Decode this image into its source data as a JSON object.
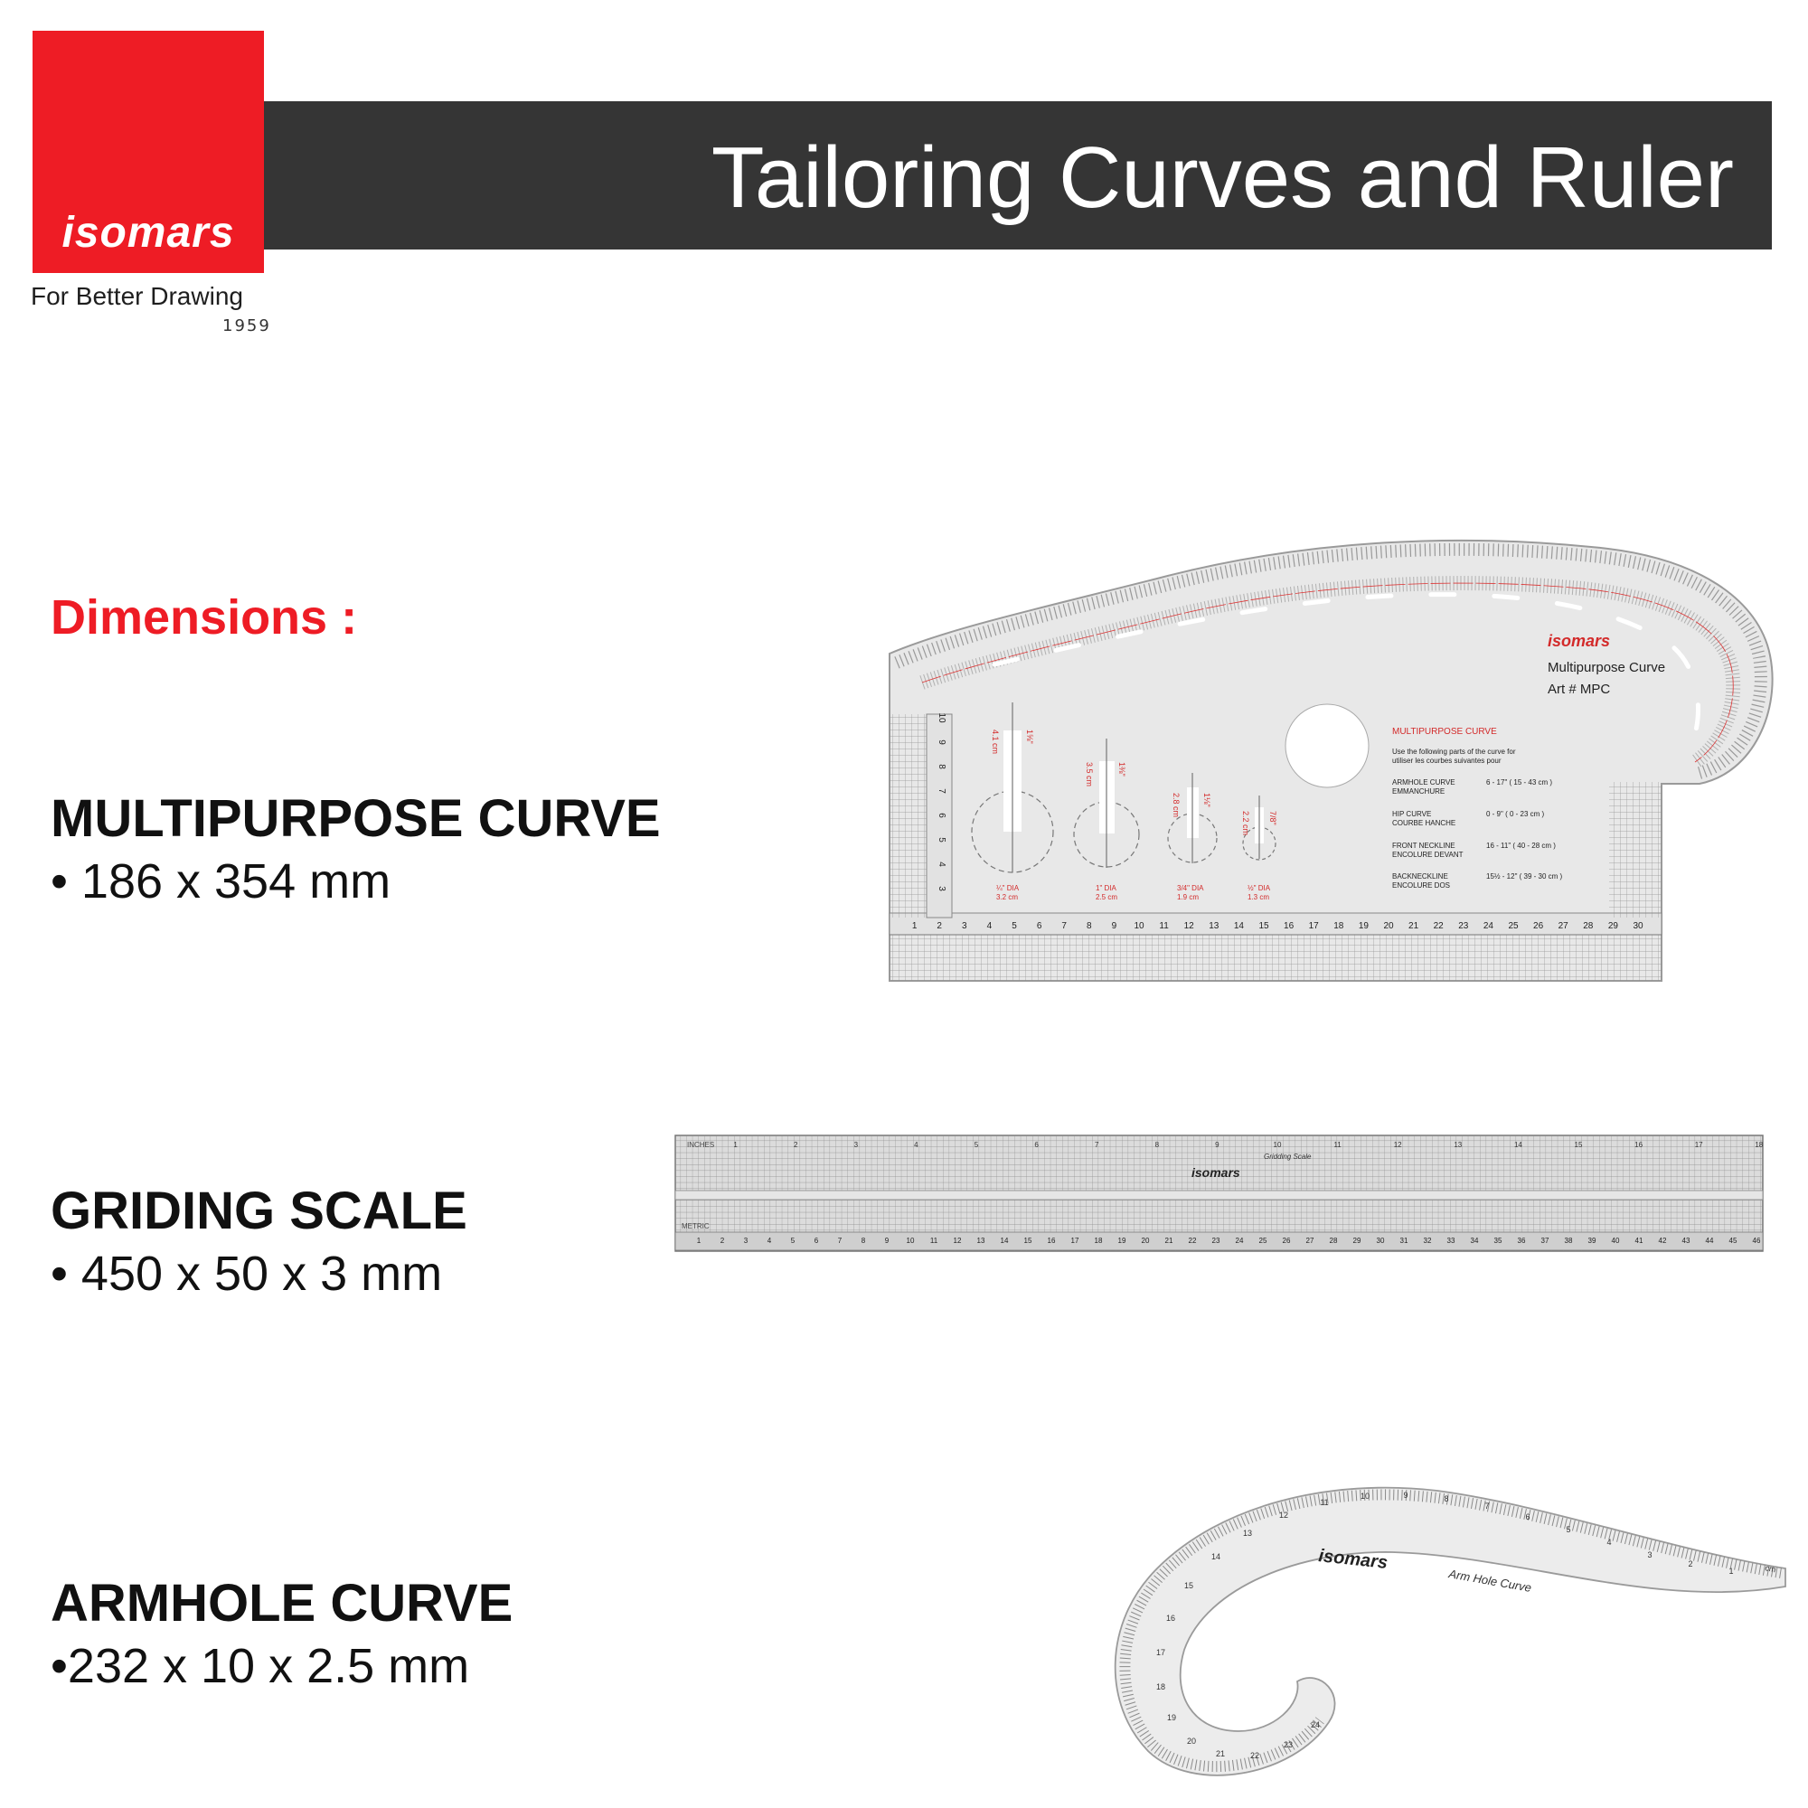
{
  "brand": {
    "logo_text": "isomars",
    "tagline": "For Better Drawing",
    "year": "1959",
    "color": "#ee1c25"
  },
  "header": {
    "title": "Tailoring Curves and Ruler",
    "bar_color": "#353535"
  },
  "dimensions_heading": "Dimensions :",
  "products": [
    {
      "name": "MULTIPURPOSE CURVE",
      "dimensions": "• 186 x 354 mm"
    },
    {
      "name": "GRIDING SCALE",
      "dimensions": "• 450 x 50 x 3 mm"
    },
    {
      "name": "ARMHOLE CURVE",
      "dimensions": "•232 x 10 x 2.5 mm"
    }
  ],
  "multipurpose_curve_image": {
    "brand": "isomars",
    "product_line": "Multipurpose Curve",
    "art_no": "Art # MPC",
    "panel_heading": "MULTIPURPOSE CURVE",
    "instructions": "Use the following parts of the curve for",
    "instructions_fr": "utiliser les courbes suivantes pour",
    "uses": [
      {
        "label": "ARMHOLE CURVE",
        "label_fr": "EMMANCHURE",
        "range": "6 - 17\" ( 15 - 43 cm )"
      },
      {
        "label": "HIP CURVE",
        "label_fr": "COURBE HANCHE",
        "range": "0 - 9\" ( 0 - 23 cm )"
      },
      {
        "label": "FRONT NECKLINE",
        "label_fr": "ENCOLURE DEVANT",
        "range": "16 - 11\" ( 40 - 28 cm )"
      },
      {
        "label": "BACKNECKLINE",
        "label_fr": "ENCOLURE DOS",
        "range": "15½ - 12\" ( 39 - 30 cm )"
      }
    ],
    "buttonholes": [
      {
        "cm": "4.1 cm",
        "inch": "1⅝\"",
        "dia": "¼\" DIA",
        "dia_cm": "3.2 cm"
      },
      {
        "cm": "3.5 cm",
        "inch": "1⅜\"",
        "dia": "1\" DIA",
        "dia_cm": "2.5 cm"
      },
      {
        "cm": "2.8 cm",
        "inch": "1⅛\"",
        "dia": "3/4\" DIA",
        "dia_cm": "1.9 cm"
      },
      {
        "cm": "2.2 cm",
        "inch": "7/8\"",
        "dia": "½\" DIA",
        "dia_cm": "1.3 cm"
      }
    ]
  },
  "griding_scale_image": {
    "brand": "isomars",
    "script_label": "Gridding Scale",
    "inches_label": "INCHES",
    "metric_label": "METRIC"
  },
  "armhole_curve_image": {
    "brand": "isomars",
    "label": "Arm Hole Curve",
    "unit": "cm"
  }
}
